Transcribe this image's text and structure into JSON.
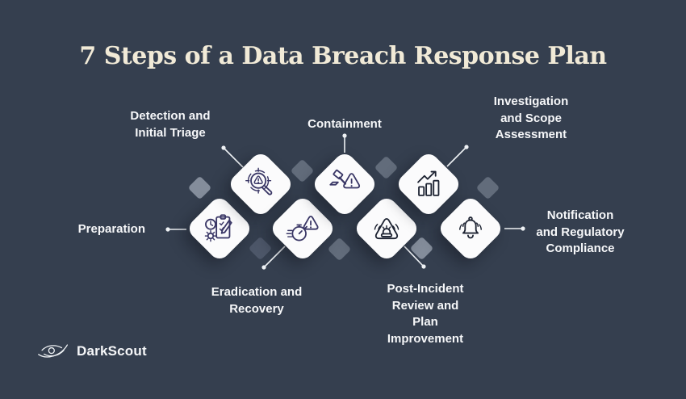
{
  "title": "7 Steps of a Data Breach Response Plan",
  "brand": {
    "name": "DarkScout",
    "icon": "darkscout-eye-icon"
  },
  "palette": {
    "background": "#353f4f",
    "title_color": "#f1ead7",
    "label_color": "#f6f7f9",
    "tile_color": "#fbfbfc",
    "connector_color": "#eef1f4",
    "icon_ink_a": "#3a3766",
    "icon_ink_b": "#1d2332",
    "diamond_light": "#848d9b",
    "diamond_mid": "#626c7b",
    "diamond_dark": "#4d5769"
  },
  "steps": [
    {
      "label": "Preparation",
      "icon": "clipboard-clock-gear-icon",
      "row": "bottom"
    },
    {
      "label": "Detection and\nInitial Triage",
      "icon": "magnifier-alert-icon",
      "row": "top"
    },
    {
      "label": "Eradication and\nRecovery",
      "icon": "stopwatch-alert-icon",
      "row": "bottom"
    },
    {
      "label": "Containment",
      "icon": "gavel-alert-icon",
      "row": "top"
    },
    {
      "label": "Post-Incident\nReview and\nPlan\nImprovement",
      "icon": "siren-alert-icon",
      "row": "bottom"
    },
    {
      "label": "Investigation\nand Scope\nAssessment",
      "icon": "growth-chart-icon",
      "row": "top"
    },
    {
      "label": "Notification\nand Regulatory\nCompliance",
      "icon": "bell-icon",
      "row": "bottom"
    }
  ]
}
